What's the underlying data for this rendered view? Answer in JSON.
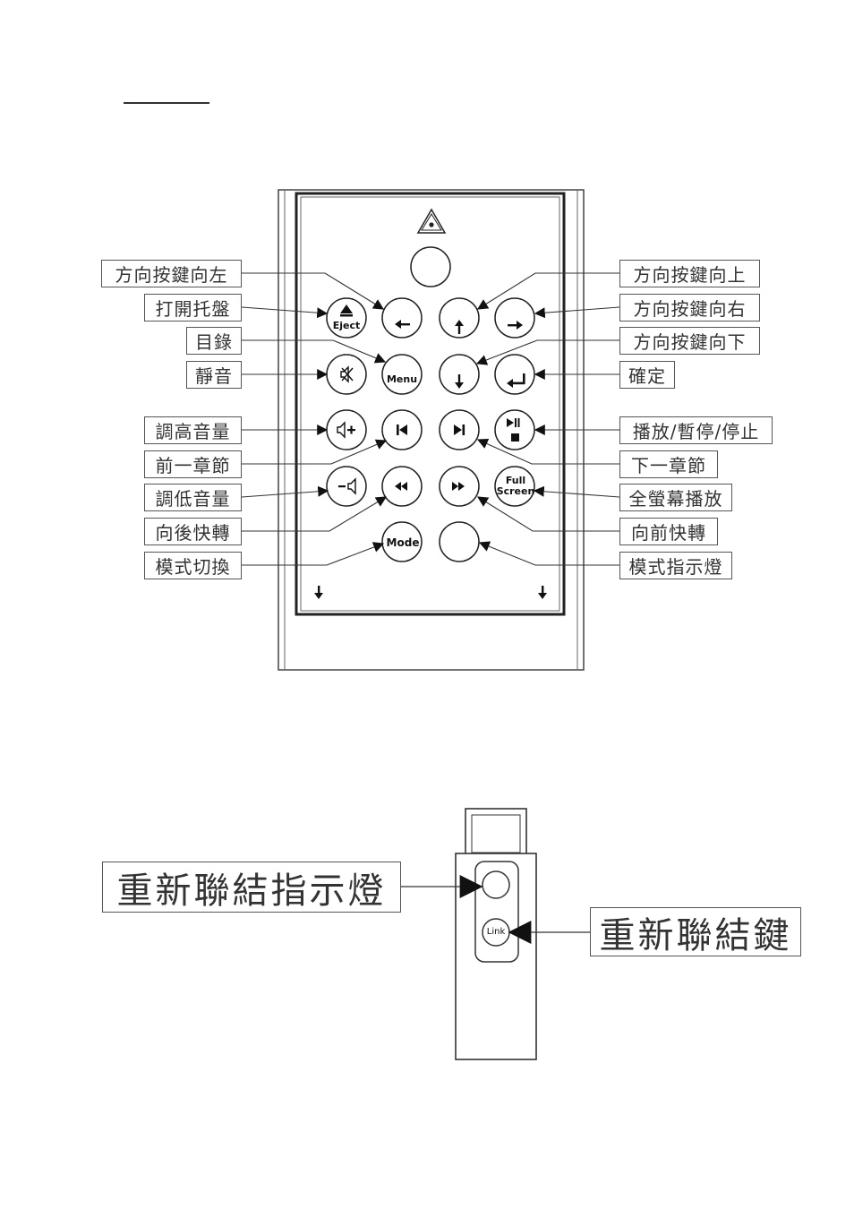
{
  "remote": {
    "labels_left": [
      {
        "id": "dir-left",
        "text": "方向按鍵向左"
      },
      {
        "id": "eject",
        "text": "打開托盤"
      },
      {
        "id": "menu",
        "text": "目錄"
      },
      {
        "id": "mute",
        "text": "靜音"
      },
      {
        "id": "vol-up",
        "text": "調高音量"
      },
      {
        "id": "prev-chapter",
        "text": "前一章節"
      },
      {
        "id": "vol-down",
        "text": "調低音量"
      },
      {
        "id": "rewind",
        "text": "向後快轉"
      },
      {
        "id": "mode",
        "text": "模式切換"
      }
    ],
    "labels_right": [
      {
        "id": "dir-up",
        "text": "方向按鍵向上"
      },
      {
        "id": "dir-right",
        "text": "方向按鍵向右"
      },
      {
        "id": "dir-down",
        "text": "方向按鍵向下"
      },
      {
        "id": "enter",
        "text": "確定"
      },
      {
        "id": "play-pause-stop",
        "text": "播放/暫停/停止"
      },
      {
        "id": "next-chapter",
        "text": "下一章節"
      },
      {
        "id": "full-screen",
        "text": "全螢幕播放"
      },
      {
        "id": "fast-forward",
        "text": "向前快轉"
      },
      {
        "id": "mode-indicator",
        "text": "模式指示燈"
      }
    ],
    "button_text": {
      "eject": "Eject",
      "menu": "Menu",
      "full_line1": "Full",
      "full_line2": "Screen",
      "mode": "Mode"
    },
    "icons": [
      "power-icon",
      "laser-warning-icon",
      "eject-icon",
      "arrow-left-icon",
      "arrow-up-icon",
      "arrow-right-icon",
      "arrow-down-icon",
      "enter-icon",
      "mute-icon",
      "volume-up-icon",
      "volume-down-icon",
      "skip-previous-icon",
      "skip-next-icon",
      "play-pause-stop-icon",
      "rewind-icon",
      "fast-forward-icon"
    ]
  },
  "dongle": {
    "relink_indicator_label": "重新聯結指示燈",
    "relink_button_label": "重新聯結鍵",
    "link_button_text": "Link"
  }
}
